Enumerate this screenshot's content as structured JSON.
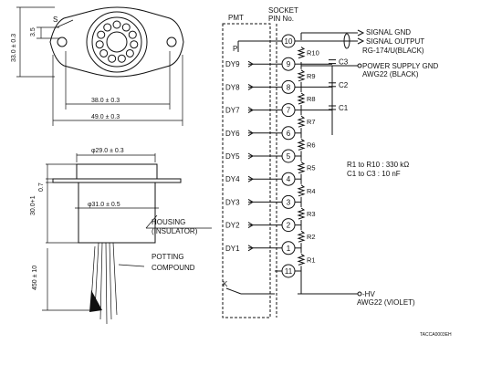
{
  "top_view": {
    "dim_s": "S",
    "dim_3_5": "3.5",
    "dim_height": "33.0 ± 0.3",
    "dim_38": "38.0 ± 0.3",
    "dim_49": "49.0 ± 0.3"
  },
  "side_view": {
    "dim_29": "φ29.0 ± 0.3",
    "dim_31": "φ31.0 ± 0.5",
    "dim_07": "0.7",
    "dim_30": "30.0+1",
    "dim_450": "450 ± 10",
    "housing_l1": "HOUSING",
    "housing_l2": "(INSULATOR)",
    "potting_l1": "POTTING",
    "potting_l2": "COMPOUND"
  },
  "circuit": {
    "pmt_label": "PMT",
    "socket_l1": "SOCKET",
    "socket_l2": "PIN No.",
    "p_label": "P",
    "k_label": "K",
    "pins": [
      {
        "dy": "",
        "pin": "10"
      },
      {
        "dy": "DY9",
        "pin": "9"
      },
      {
        "dy": "DY8",
        "pin": "8"
      },
      {
        "dy": "DY7",
        "pin": "7"
      },
      {
        "dy": "DY6",
        "pin": "6"
      },
      {
        "dy": "DY5",
        "pin": "5"
      },
      {
        "dy": "DY4",
        "pin": "4"
      },
      {
        "dy": "DY3",
        "pin": "3"
      },
      {
        "dy": "DY2",
        "pin": "2"
      },
      {
        "dy": "DY1",
        "pin": "1"
      },
      {
        "dy": "",
        "pin": "11"
      }
    ],
    "resistors": [
      "R10",
      "R9",
      "R8",
      "R7",
      "R6",
      "R5",
      "R4",
      "R3",
      "R2",
      "R1"
    ],
    "capacitors": [
      "C3",
      "C2",
      "C1"
    ],
    "signal_gnd": "SIGNAL GND",
    "signal_output": "SIGNAL OUTPUT",
    "signal_cable": "RG-174/U(BLACK)",
    "power_gnd": "POWER SUPPLY GND",
    "power_gnd_wire": "AWG22 (BLACK)",
    "spec_r": "R1 to R10 : 330 kΩ",
    "spec_c": "C1 to C3  : 10 nF",
    "hv": "-HV",
    "hv_wire": "AWG22 (VIOLET)"
  },
  "code": "TACCA0003EH"
}
